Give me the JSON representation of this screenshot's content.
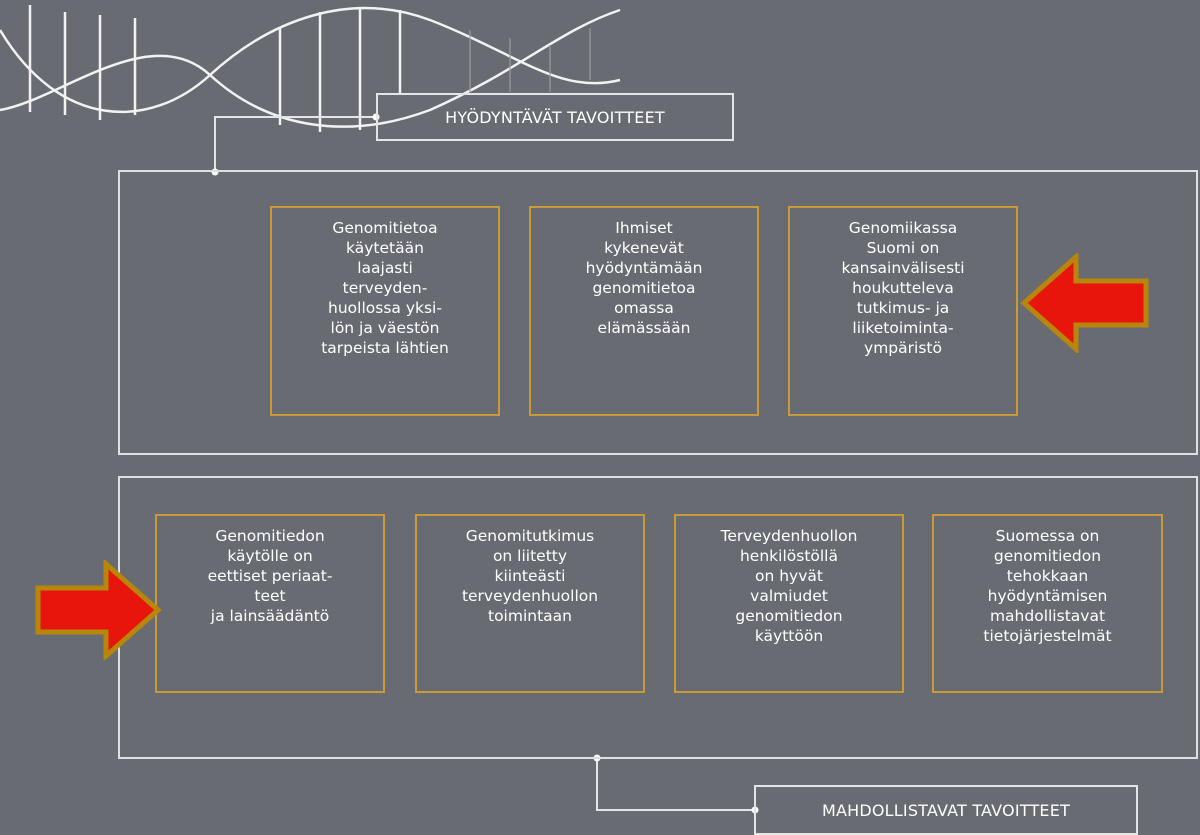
{
  "labels": {
    "top": "HYÖDYNTÄVÄT TAVOITTEET",
    "bottom": "MAHDOLLISTAVAT TAVOITTEET"
  },
  "top_goals": [
    "Genomitietoa\nkäytetään\nlaajasti\nterveyden-\nhuollossa yksi-\nlön ja väestön\ntarpeista lähtien",
    "Ihmiset\nkykenevät\nhyödyntämään\ngenomitietoa\nomassa\nelämässään",
    "Genomiikassa\nSuomi on\nkansainvälisesti\nhoukutteleva\ntutkimus- ja\nliiketoiminta-\nympäristö"
  ],
  "bottom_goals": [
    "Genomitiedon\nkäytölle on\neettiset periaat-\nteet\nja lainsäädäntö",
    "Genomitutkimus\non liitetty\nkiinteästi\nterveydenhuollon\ntoimintaan",
    "Terveydenhuollon\nhenkilöstöllä\non hyvät\nvalmiudet\ngenomitiedon\nkäyttöön",
    "Suomessa on\ngenomitiedon\ntehokkaan\nhyödyntämisen\nmahdollistavat\ntietojärjestelmät"
  ],
  "colors": {
    "background": "#686b72",
    "goal_border": "#c99a3a",
    "arrow_fill": "#e8150c",
    "arrow_outline": "#b8860b"
  },
  "icons": [
    "dna-helix-icon",
    "arrow-left-icon",
    "arrow-right-icon"
  ]
}
